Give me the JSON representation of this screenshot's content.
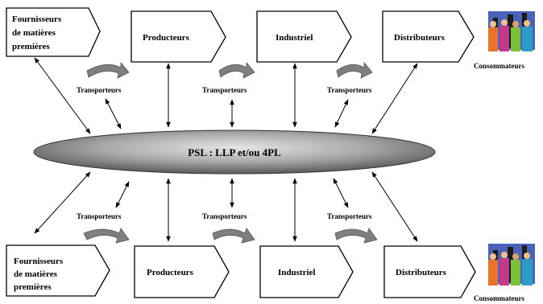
{
  "diagram": {
    "top_row": {
      "supplier_lines": [
        "Fournisseurs",
        "de matières",
        "premières"
      ],
      "producer": "Producteurs",
      "industrial": "Industriel",
      "distributor": "Distributeurs",
      "consumer": "Consommateurs"
    },
    "bottom_row": {
      "supplier_lines": [
        "Fournisseurs",
        "de matières",
        "premières"
      ],
      "producer": "Producteurs",
      "industrial": "Industriel",
      "distributor": "Distributeurs",
      "consumer": "Consommateurs"
    },
    "transporter_label": "Transporteurs",
    "center_ellipse": "PSL : LLP et/ou 4PL"
  },
  "colors": {
    "ellipse_dark": "#6e6e6e",
    "ellipse_light": "#d9d9d9",
    "curved_arrow": "#7f7f7f",
    "box_border": "#000000"
  },
  "icons": [
    "people-group-icon"
  ]
}
